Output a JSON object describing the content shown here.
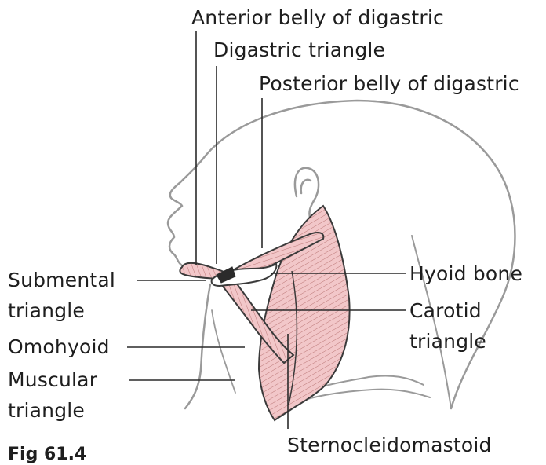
{
  "figure": {
    "caption": "Fig 61.4"
  },
  "labels": {
    "anterior_belly": "Anterior belly of digastric",
    "digastric_triangle": "Digastric triangle",
    "posterior_belly": "Posterior belly of digastric",
    "submental_line1": "Submental",
    "submental_line2": "triangle",
    "hyoid_bone": "Hyoid bone",
    "carotid_line1": "Carotid",
    "carotid_line2": "triangle",
    "omohyoid": "Omohyoid",
    "muscular_line1": "Muscular",
    "muscular_line2": "triangle",
    "sternocleidomastoid": "Sternocleidomastoid"
  },
  "colors": {
    "muscle_fill": "#f2c7c9",
    "muscle_stroke": "#3a3a3a",
    "outline": "#9a9a9a",
    "leader": "#2a2a2a",
    "bone_fill": "#ffffff",
    "text": "#1e1e1e"
  }
}
